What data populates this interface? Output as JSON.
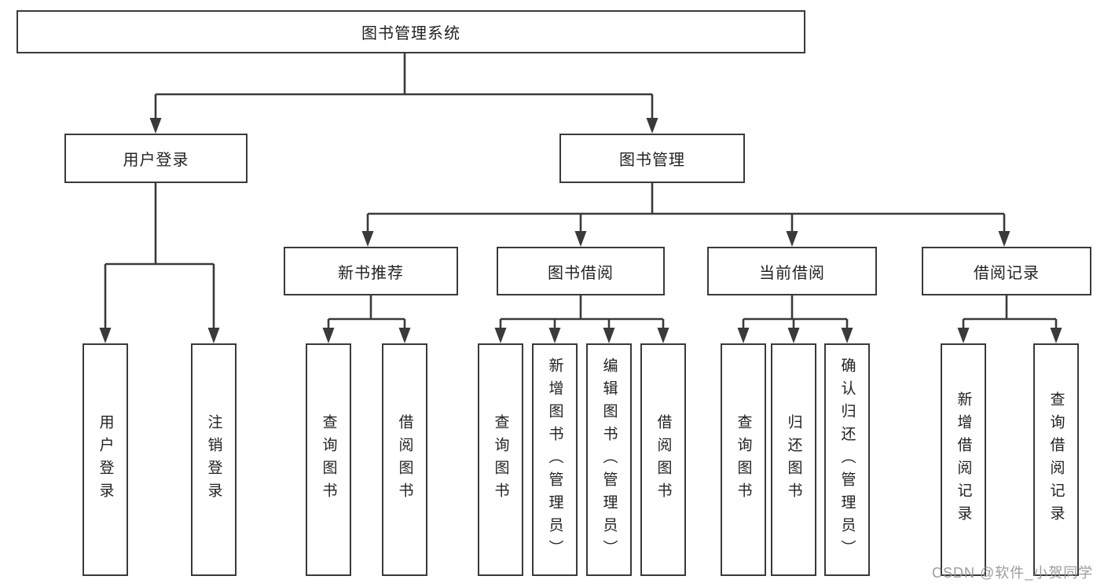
{
  "tree": {
    "root": {
      "label": "图书管理系统"
    },
    "branches": [
      {
        "label": "用户登录",
        "children": [
          {
            "label": "用户登录"
          },
          {
            "label": "注销登录"
          }
        ]
      },
      {
        "label": "图书管理",
        "groups": [
          {
            "label": "新书推荐",
            "children": [
              {
                "label": "查询图书"
              },
              {
                "label": "借阅图书"
              }
            ]
          },
          {
            "label": "图书借阅",
            "children": [
              {
                "label": "查询图书"
              },
              {
                "label": "新增图书（管理员）"
              },
              {
                "label": "编辑图书（管理员）"
              },
              {
                "label": "借阅图书"
              }
            ]
          },
          {
            "label": "当前借阅",
            "children": [
              {
                "label": "查询图书"
              },
              {
                "label": "归还图书"
              },
              {
                "label": "确认归还（管理员）"
              }
            ]
          },
          {
            "label": "借阅记录",
            "children": [
              {
                "label": "新增借阅记录"
              },
              {
                "label": "查询借阅记录"
              }
            ]
          }
        ]
      }
    ]
  },
  "watermark": "CSDN @软件_小贺同学",
  "colors": {
    "line": "#3a3a3a",
    "text": "#222222",
    "background": "#ffffff",
    "watermark": "#949494"
  }
}
